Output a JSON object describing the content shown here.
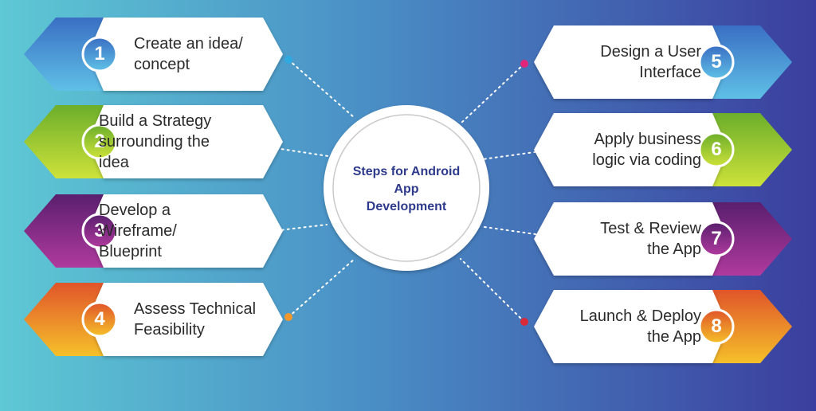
{
  "center": {
    "lines": [
      "Steps for Android",
      "App",
      "Development"
    ]
  },
  "steps": [
    {
      "number": "1",
      "lines": [
        "Create an idea/",
        "concept"
      ],
      "color": "#3a6fc4",
      "color2": "#5fc0e6"
    },
    {
      "number": "2",
      "lines": [
        "Build a Strategy",
        "surrounding the",
        "idea"
      ],
      "color": "#6cae2b",
      "color2": "#cde23a"
    },
    {
      "number": "3",
      "lines": [
        "Develop a",
        "Wireframe/",
        "Blueprint"
      ],
      "color": "#5a1f6e",
      "color2": "#b03a9e"
    },
    {
      "number": "4",
      "lines": [
        "Assess Technical",
        "Feasibility"
      ],
      "color": "#e0552a",
      "color2": "#f5c02a"
    },
    {
      "number": "5",
      "lines": [
        "Design a User",
        "Interface"
      ],
      "color": "#3a6fc4",
      "color2": "#5fc0e6"
    },
    {
      "number": "6",
      "lines": [
        "Apply business",
        "logic via coding"
      ],
      "color": "#6cae2b",
      "color2": "#cde23a"
    },
    {
      "number": "7",
      "lines": [
        "Test & Review",
        "the App"
      ],
      "color": "#5a1f6e",
      "color2": "#b03a9e"
    },
    {
      "number": "8",
      "lines": [
        "Launch & Deploy",
        "the App"
      ],
      "color": "#e0552a",
      "color2": "#f5c02a"
    }
  ],
  "connector_dot_colors": [
    "#2fa9e0",
    "#3aa83a",
    "#6a2a80",
    "#f0962a",
    "#e0257a",
    "#f0962a",
    "#2a2a6e",
    "#d92a3a"
  ],
  "colors": {
    "bg_left": "#5ec8d4",
    "bg_right": "#3b3e9e"
  }
}
